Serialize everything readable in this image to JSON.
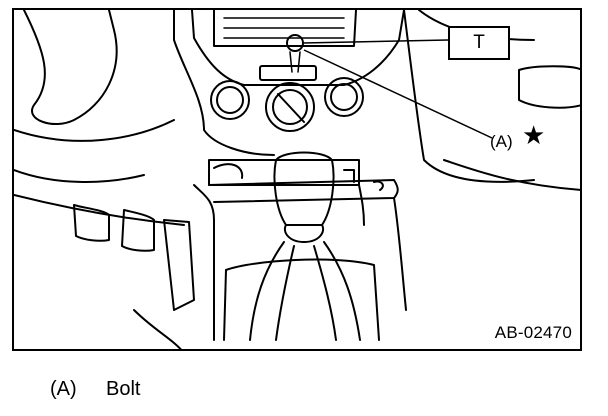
{
  "figure": {
    "callout_box_label": "T",
    "callout_label_a": "(A)",
    "callout_star": "★",
    "figure_id": "AB-02470"
  },
  "legend": {
    "items": [
      {
        "key": "(A)",
        "label": "Bolt"
      }
    ]
  }
}
